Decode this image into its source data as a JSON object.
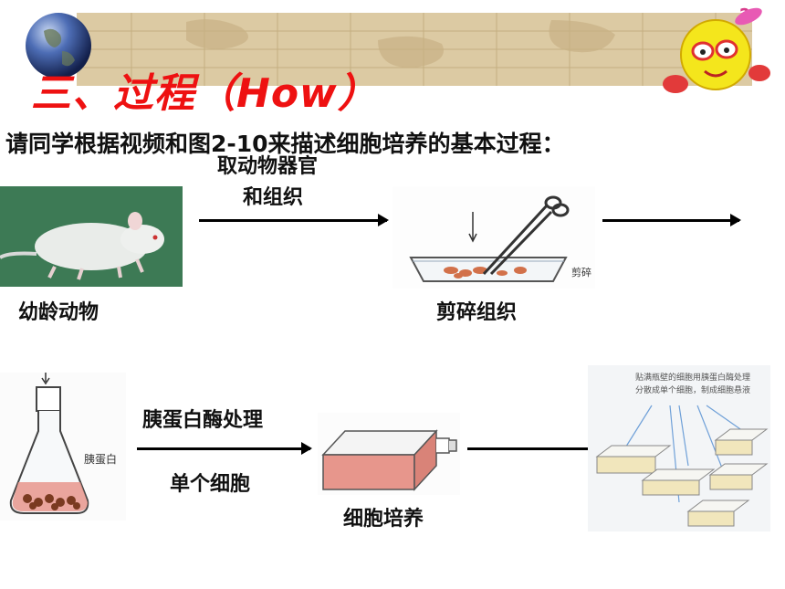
{
  "header": {
    "title": "三、过程（How）",
    "subtitle": "请同学根据视频和图2-10来描述细胞培养的基本过程："
  },
  "steps": {
    "animal_label": "幼龄动物",
    "arrow1_label_line1": "取动物器官",
    "arrow1_label_line2": "和组织",
    "mince_label": "剪碎组织",
    "mince_side_text": "剪碎",
    "flask_side_text": "胰蛋白",
    "arrow2_label_line1": "胰蛋白酶处理",
    "arrow2_label_line2": "单个细胞",
    "culture_label": "细胞培养",
    "subculture_text_line1": "贴满瓶壁的细胞用胰蛋白酶处理",
    "subculture_text_line2": "分散成单个细胞，制成细胞悬液"
  },
  "colors": {
    "title_red": "#ee1111",
    "banner_tan": "#d9c7a0",
    "mouse_bg": "#3d7a55",
    "medium_pink": "#e7968c"
  }
}
